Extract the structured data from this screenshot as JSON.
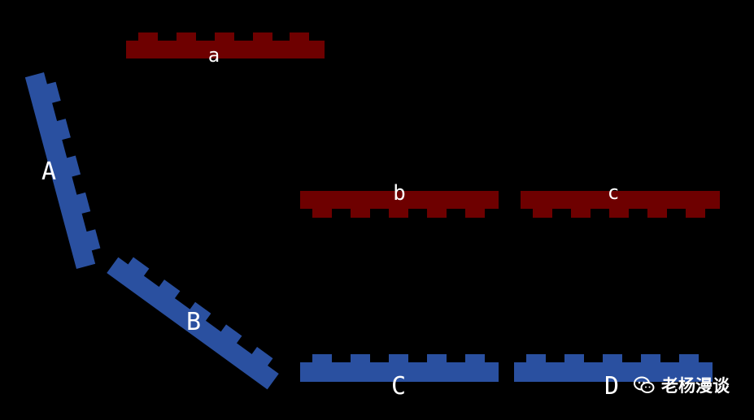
{
  "colors": {
    "background": "#000000",
    "red_strip": "#6e0000",
    "blue_strip": "#2a50a0",
    "label": "#ffffff"
  },
  "strips": {
    "a": {
      "label": "a",
      "color": "red"
    },
    "b": {
      "label": "b",
      "color": "red"
    },
    "c": {
      "label": "c",
      "color": "red"
    },
    "A": {
      "label": "A",
      "color": "blue"
    },
    "B": {
      "label": "B",
      "color": "blue"
    },
    "C": {
      "label": "C",
      "color": "blue"
    },
    "D": {
      "label": "D",
      "color": "blue"
    }
  },
  "watermark": {
    "text": "老杨漫谈",
    "icon": "wechat-icon"
  }
}
